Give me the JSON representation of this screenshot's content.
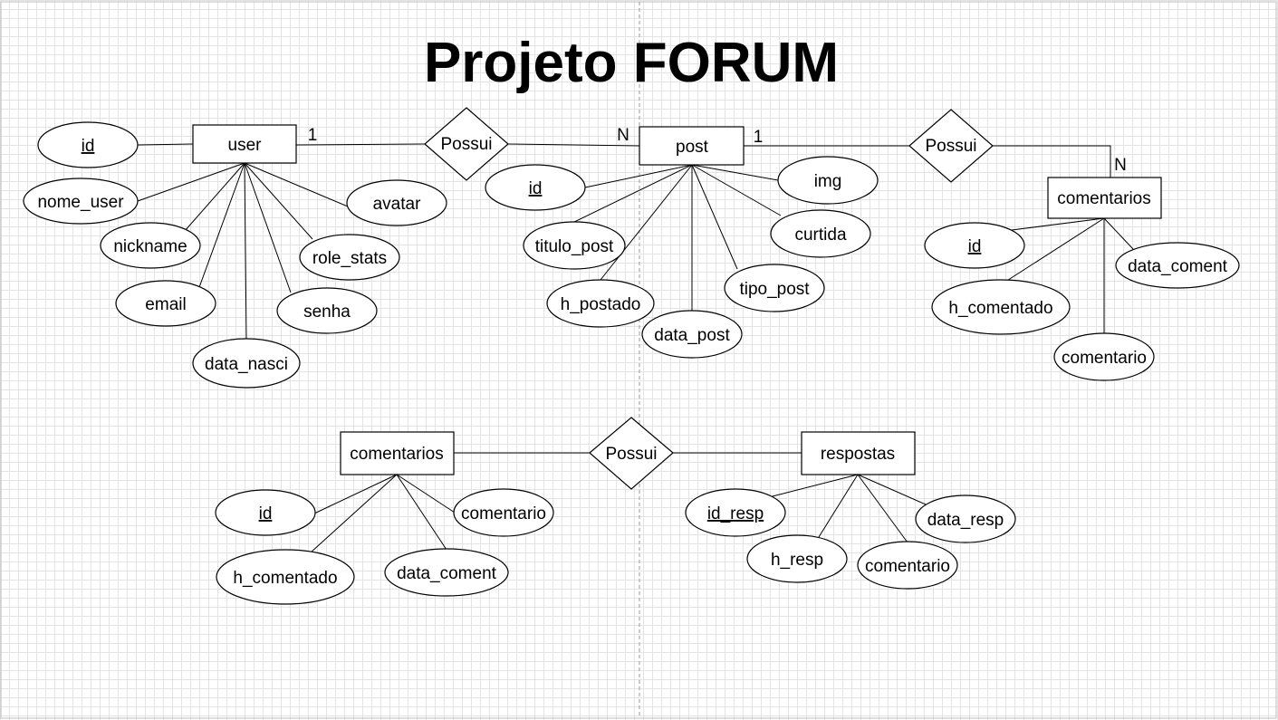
{
  "title": "Projeto FORUM",
  "entities": {
    "user": "user",
    "post": "post",
    "comentarios_top": "comentarios",
    "comentarios_bottom": "comentarios",
    "respostas": "respostas"
  },
  "relationships": {
    "user_post": "Possui",
    "post_comentarios": "Possui",
    "comentarios_respostas": "Possui"
  },
  "cardinalities": {
    "user_post_user": "1",
    "user_post_post": "N",
    "post_comentarios_post": "1",
    "post_comentarios_comentarios": "N"
  },
  "attributes": {
    "user": {
      "id": "id",
      "nome_user": "nome_user",
      "nickname": "nickname",
      "email": "email",
      "data_nasci": "data_nasci",
      "senha": "senha",
      "role_stats": "role_stats",
      "avatar": "avatar"
    },
    "post": {
      "id": "id",
      "titulo_post": "titulo_post",
      "h_postado": "h_postado",
      "data_post": "data_post",
      "tipo_post": "tipo_post",
      "curtida": "curtida",
      "img": "img"
    },
    "comentarios_top": {
      "id": "id",
      "h_comentado": "h_comentado",
      "comentario": "comentario",
      "data_coment": "data_coment"
    },
    "comentarios_bottom": {
      "id": "id",
      "h_comentado": "h_comentado",
      "data_coment": "data_coment",
      "comentario": "comentario"
    },
    "respostas": {
      "id_resp": "id_resp",
      "h_resp": "h_resp",
      "comentario": "comentario",
      "data_resp": "data_resp"
    }
  }
}
